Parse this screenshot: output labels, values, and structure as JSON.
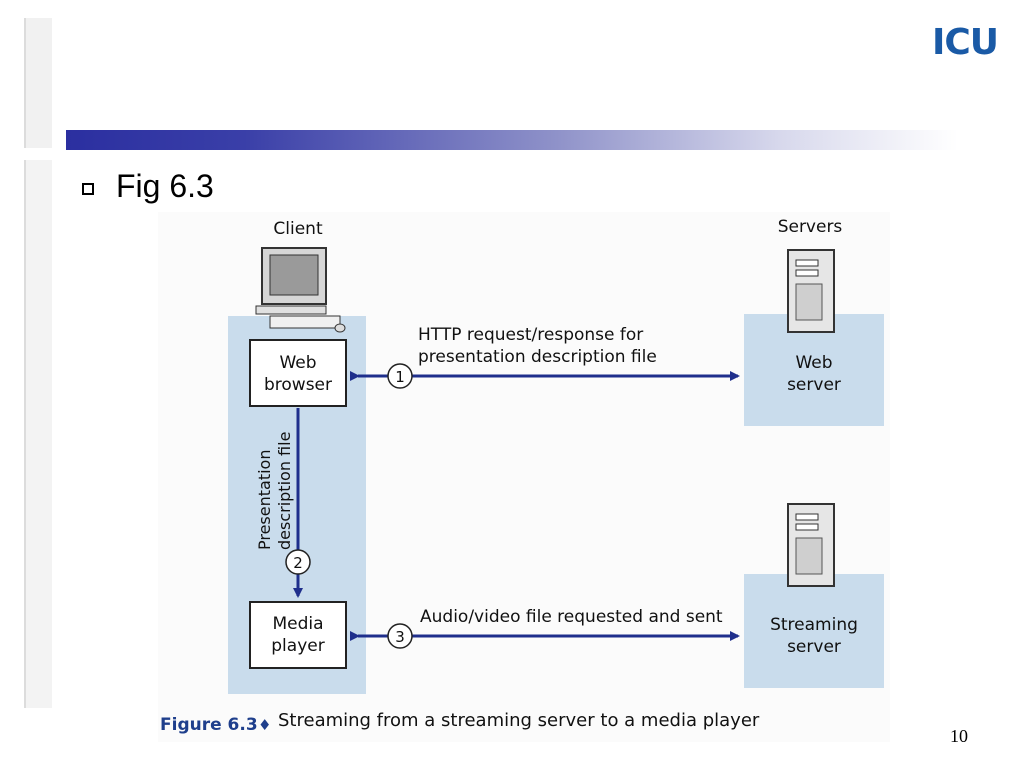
{
  "logo": {
    "text": "ICU"
  },
  "heading": {
    "text": "Fig 6.3"
  },
  "slide_number": "10",
  "diagram": {
    "client_label": "Client",
    "servers_label": "Servers",
    "web_browser": [
      "Web",
      "browser"
    ],
    "media_player": [
      "Media",
      "player"
    ],
    "web_server": [
      "Web",
      "server"
    ],
    "streaming_server": [
      "Streaming",
      "server"
    ],
    "arrow1_text": [
      "HTTP request/response for",
      "presentation description file"
    ],
    "arrow2_text": [
      "Presentation",
      "description file"
    ],
    "arrow3_text": "Audio/video file requested and sent",
    "step1": "1",
    "step2": "2",
    "step3": "3",
    "caption_label": "Figure 6.3",
    "caption_symbol": "♦",
    "caption_text": "Streaming from a streaming server to a media player"
  },
  "colors": {
    "arrow": "#1f2f8c",
    "panel": "#c9dcec",
    "title_bar_start": "#2b2fa0",
    "logo": "#1a5aa6"
  }
}
